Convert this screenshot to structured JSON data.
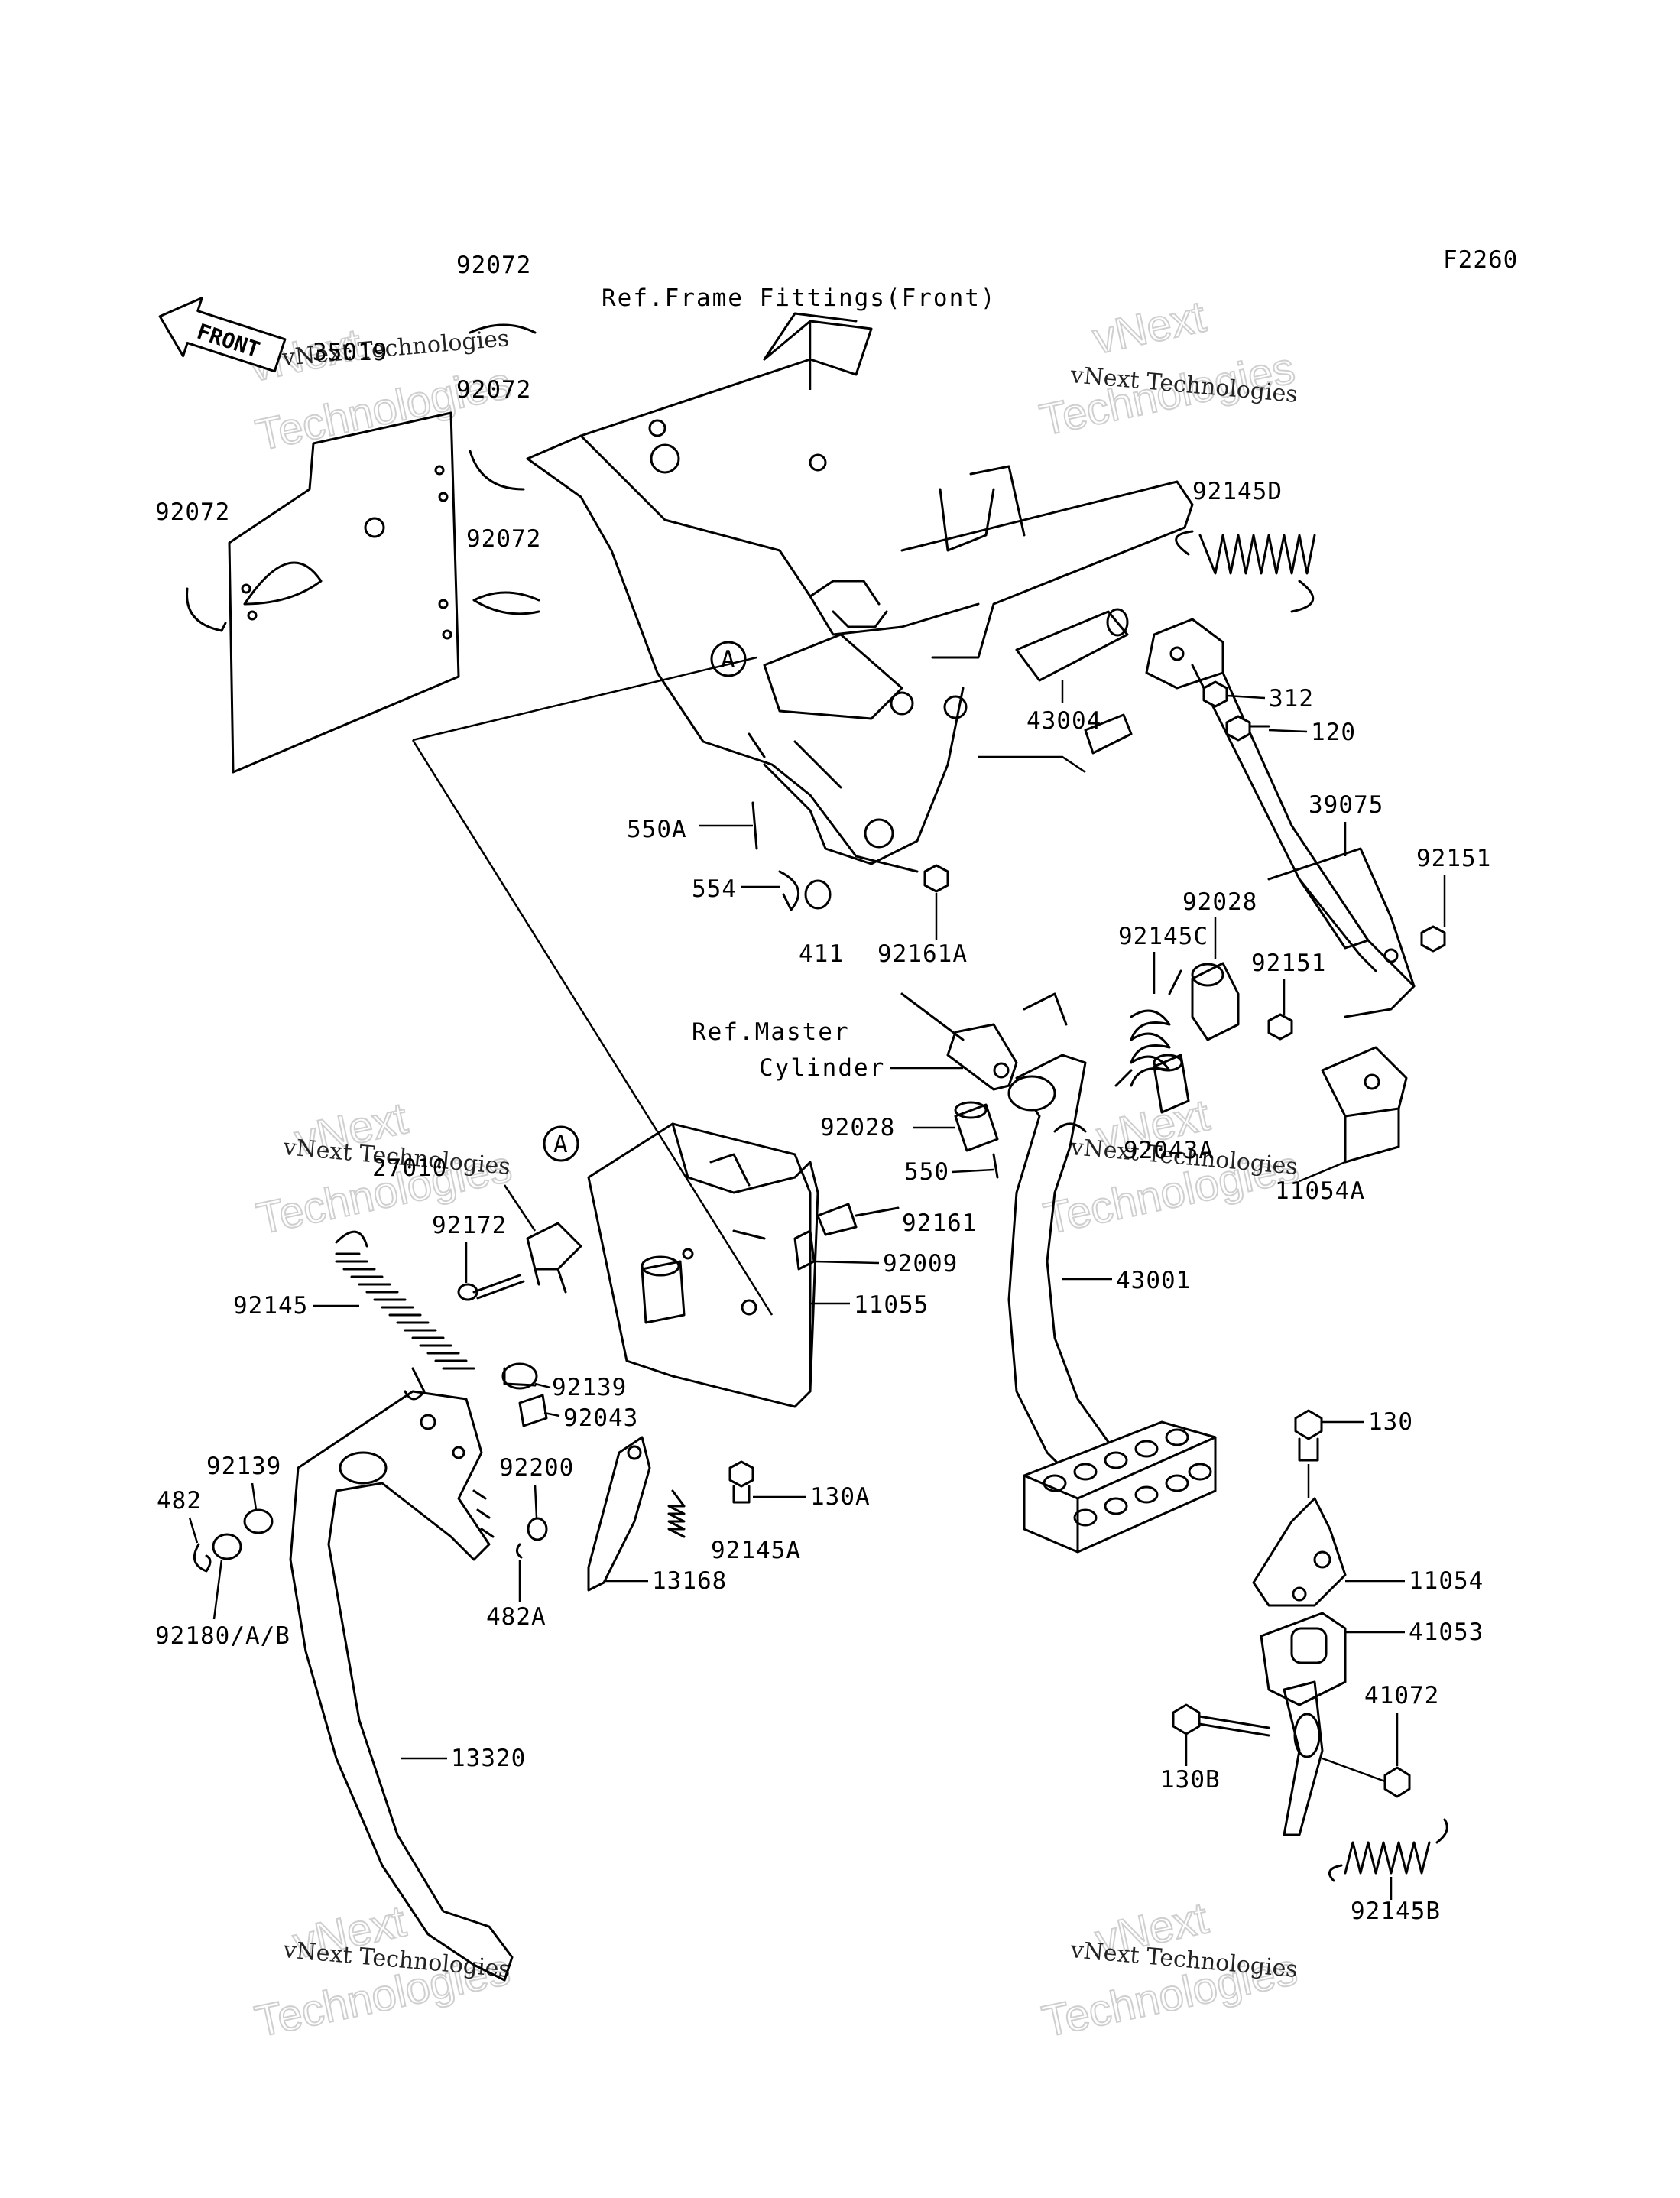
{
  "figure_code": "F2260",
  "front_arrow": "FRONT",
  "references": {
    "frame_fittings": "Ref.Frame Fittings(Front)",
    "master_cylinder_line1": "Ref.Master",
    "master_cylinder_line2": "Cylinder"
  },
  "callout_letter": "A",
  "watermark": {
    "line1": "vNext Technologies",
    "line2": "vNext",
    "line3": "Technologies"
  },
  "parts": {
    "p35019": "35019",
    "p92072a": "92072",
    "p92072b": "92072",
    "p92072c": "92072",
    "p92072d": "92072",
    "p92145D": "92145D",
    "p312": "312",
    "p120": "120",
    "p43004": "43004",
    "p550A": "550A",
    "p554": "554",
    "p411": "411",
    "p92161A": "92161A",
    "p39075": "39075",
    "p92151a": "92151",
    "p92151b": "92151",
    "p92028a": "92028",
    "p92145C": "92145C",
    "p92028b": "92028",
    "p92043A": "92043A",
    "p550": "550",
    "p11054A": "11054A",
    "p27010": "27010",
    "p92172": "92172",
    "p92161": "92161",
    "p92009": "92009",
    "p11055": "11055",
    "p43001": "43001",
    "p92145": "92145",
    "p92139a": "92139",
    "p92043": "92043",
    "p92139b": "92139",
    "p482": "482",
    "p92200": "92200",
    "p130A": "130A",
    "p92145A": "92145A",
    "p13168": "13168",
    "p482A": "482A",
    "p92180": "92180/A/B",
    "p130": "130",
    "p11054": "11054",
    "p41053": "41053",
    "p41072": "41072",
    "p130B": "130B",
    "p92145B": "92145B",
    "p13320": "13320"
  }
}
